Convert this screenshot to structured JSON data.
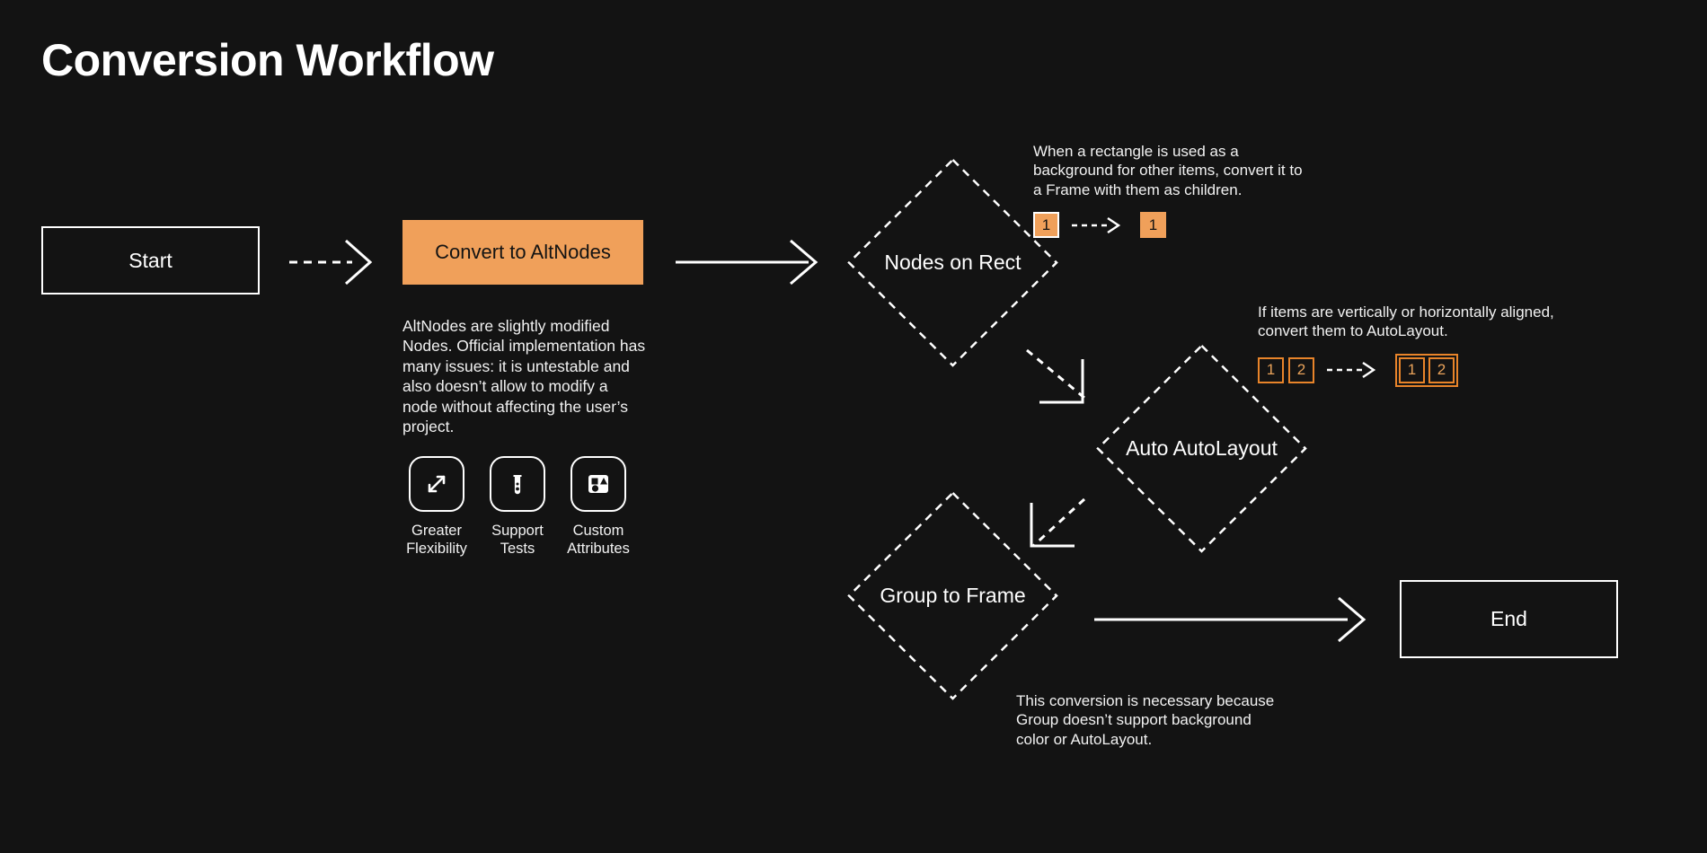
{
  "page": {
    "title": "Conversion Workflow",
    "background_color": "#131313",
    "accent_color": "#f0a05a",
    "accent_outline_color": "#e8842a",
    "text_color": "#ffffff"
  },
  "nodes": {
    "start": {
      "label": "Start",
      "type": "terminal"
    },
    "convert": {
      "label": "Convert to AltNodes",
      "type": "process"
    },
    "nodes_on_rect": {
      "label": "Nodes on Rect",
      "type": "decision"
    },
    "auto_autolayout": {
      "label": "Auto AutoLayout",
      "type": "decision"
    },
    "group_to_frame": {
      "label": "Group to Frame",
      "type": "decision"
    },
    "end": {
      "label": "End",
      "type": "terminal"
    }
  },
  "convert_details": {
    "description": "AltNodes are slightly modified Nodes. Official implementation has many issues: it is untestable and also doesn’t allow to modify a node without affecting the user’s project.",
    "features": [
      {
        "icon": "expand-arrows-icon",
        "label": "Greater\nFlexibility"
      },
      {
        "icon": "test-tube-icon",
        "label": "Support\nTests"
      },
      {
        "icon": "shapes-icon",
        "label": "Custom\nAttributes"
      }
    ]
  },
  "annotations": {
    "nodes_on_rect": {
      "text": "When a rectangle is used as a background for other items, convert it to a Frame with them as children.",
      "before": [
        {
          "label": "1",
          "style": "filled-bordered"
        }
      ],
      "after": [
        {
          "label": "1",
          "style": "filled"
        }
      ],
      "arrow": "dashed-arrow-icon"
    },
    "auto_autolayout": {
      "text": "If items are vertically or horizontally aligned, convert them to AutoLayout.",
      "before": [
        {
          "label": "1",
          "style": "outlined"
        },
        {
          "label": "2",
          "style": "outlined"
        }
      ],
      "after": [
        {
          "label": "1",
          "style": "outlined"
        },
        {
          "label": "2",
          "style": "outlined"
        }
      ],
      "after_framed": true,
      "arrow": "dashed-arrow-icon"
    },
    "group_to_frame": {
      "text": "This conversion is necessary because Group doesn’t support background color or AutoLayout."
    }
  },
  "connectors": [
    {
      "from": "start",
      "to": "convert",
      "style": "dashed"
    },
    {
      "from": "convert",
      "to": "nodes_on_rect",
      "style": "solid"
    },
    {
      "from": "nodes_on_rect",
      "to": "auto_autolayout",
      "style": "dashed-diagonal"
    },
    {
      "from": "auto_autolayout",
      "to": "group_to_frame",
      "style": "dashed-diagonal"
    },
    {
      "from": "group_to_frame",
      "to": "end",
      "style": "solid"
    }
  ]
}
